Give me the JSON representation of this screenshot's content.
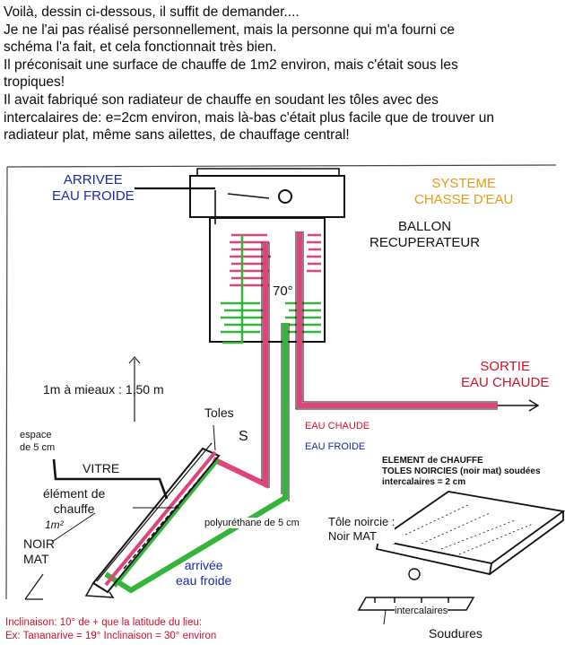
{
  "intro": {
    "line1": "Voilà,  dessin ci-dessous, il suffit de demander....",
    "line2": "Je ne l'ai pas réalisé personnellement, mais la personne qui m'a fourni ce",
    "line3": "schéma l'a fait, et cela fonctionnait très bien.",
    "line4": "Il préconisait une surface de chauffe de 1m2 environ, mais c'était sous les",
    "line5": "tropiques!",
    "line6": "Il avait fabriqué son radiateur de chauffe en soudant les tôles avec des",
    "line7": "intercalaires de: e=2cm environ, mais là-bas c'était plus facile que de trouver un",
    "line8": "radiateur plat, même sans ailettes, de chauffage central!"
  },
  "labels": {
    "arrivee_froide_1": "ARRIVEE",
    "arrivee_froide_2": "EAU FROIDE",
    "chasse_1": "SYSTEME",
    "chasse_2": "CHASSE D'EAU",
    "ballon_1": "BALLON",
    "ballon_2": "RECUPERATEUR",
    "temp": "70°",
    "sortie_1": "SORTIE",
    "sortie_2": "EAU CHAUDE",
    "hauteur": "1m à mieaux : 1,50 m",
    "toles": "Toles",
    "s_mark": "S",
    "eau_chaude": "EAU CHAUDE",
    "eau_froide": "EAU FROIDE",
    "espace_1": "espace",
    "espace_2": "de 5 cm",
    "vitre": "VITRE",
    "element_1": "élément de",
    "element_2": "chauffe",
    "polyurethane": "polyuréthane de 5 cm",
    "noir_1": "NOIR",
    "noir_2": "MAT",
    "arrivee_bas_1": "arrivée",
    "arrivee_bas_2": "eau froide",
    "element_title_1": "ELEMENT de CHAUFFE",
    "element_title_2": "TOLES NOIRCIES (noir mat) soudées",
    "element_title_3": "intercalaires = 2 cm",
    "tole_noircie_1": "Tôle noircie :",
    "tole_noircie_2": "Noir MAT",
    "intercalaires": "intercalaires",
    "soudures": "Soudures",
    "inclinaison_1": "Inclinaison:  10° de + que la latitude du lieu:",
    "inclinaison_2": "Ex: Tananarive = 19°      Inclinaison = 30° environ",
    "small_note": "1m²"
  },
  "colors": {
    "hot": "#e0457a",
    "cold": "#33b53a",
    "blue_text": "#1a2aa8",
    "red_text": "#d0102a",
    "orange_text": "#e79a10"
  }
}
